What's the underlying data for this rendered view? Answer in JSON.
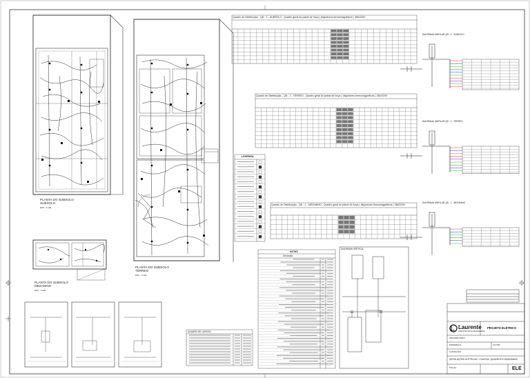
{
  "sheet": {
    "code": "ELE"
  },
  "plans": {
    "subsolo": {
      "title": "PLANTA DO SUBSOLO\nSUBSOLO",
      "scale": "ESC.: 1:100"
    },
    "terreo": {
      "title": "PLANTA DO SUBSOLO\nTÉRREO",
      "scale": "ESC.: 1:100"
    },
    "mezanino": {
      "title": "PLANTA DO SUBSOLO\nMEZANINO",
      "scale": "ESC.: 1:100"
    }
  },
  "panels": [
    {
      "title": "Quadro de Distribuição - QD - 3 - SUBSOLO - Quadro geral do painel de força ( disjuntores termomagnéticos ) 380/220V",
      "diagram_label": "DIAGRAMA UNIFILAR QD - 3 - SUBSOLO"
    },
    {
      "title": "Quadro de Distribuição - QD - 2 - TÉRREO - Quadro geral do painel de força ( disjuntores termomagnéticos ) 380/220V",
      "diagram_label": "DIAGRAMA UNIFILAR QD - 2 - TÉRREO"
    },
    {
      "title": "Quadro de Distribuição - QD - 1 - MEZANINO - Quadro geral do painel de força ( disjuntores termomagnéticos ) 380/220V",
      "diagram_label": "DIAGRAMA UNIFILAR QD - 1 - MEZANINO"
    }
  ],
  "legend": {
    "title": "LEGENDA"
  },
  "notes": {
    "title": "NOTAS",
    "header_desc": "Descrição"
  },
  "load_table": {
    "title": "QUADRO DE CARGAS"
  },
  "riser": {
    "title": "DIAGRAMA VERTICAL"
  },
  "title_block": {
    "company": "Laurente",
    "company_sub": "ARQUITETURA E ENGENHARIA",
    "project_type": "PROJETO ELÉTRICO",
    "owner_label": "PROPRIETÁRIO:",
    "owner": "",
    "author_label": "AUTOR:",
    "address_label": "ENDEREÇO:",
    "content_label": "CONTEÚDO:",
    "drawing": "INSTALAÇÕES ELÉTRICAS - PLANTAS, QUADROS E DIAGRAMAS",
    "sheet_label": "FOLHA:",
    "sheet_code": "ELE"
  }
}
